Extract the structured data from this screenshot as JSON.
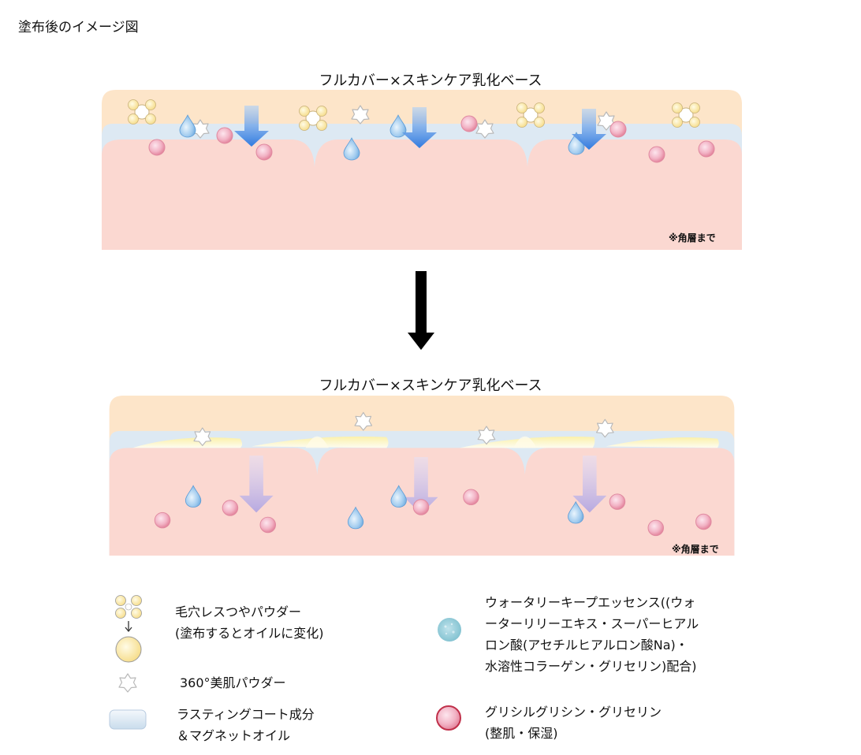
{
  "page_title": "塗布後のイメージ図",
  "panels": [
    {
      "title": "フルカバー×スキンケア乳化ベース",
      "note": "※角層まで"
    },
    {
      "title": "フルカバー×スキンケア乳化ベース",
      "note": "※角層まで"
    }
  ],
  "legend": {
    "pore_powder": {
      "line1": "毛穴レスつやパウダー",
      "line2": "(塗布するとオイルに変化)"
    },
    "powder_360": {
      "line1": "360°美肌パウダー"
    },
    "lasting_coat": {
      "line1": "ラスティングコート成分",
      "line2": "＆マグネットオイル"
    },
    "water_keep": {
      "line1": "ウォータリーキープエッセンス((ウォ",
      "line2": "ーターリリーエキス・スーパーヒアル",
      "line3": "ロン酸(アセチルヒアルロン酸Na)・",
      "line4": "水溶性コラーゲン・グリセリン)配合)"
    },
    "glycine": {
      "line1": "グリシルグリシン・グリセリン",
      "line2": "(整肌・保湿)"
    }
  },
  "colors": {
    "top_layer": "#fde5c9",
    "blue_layer": "#dde9f3",
    "skin": "#fbd8d1",
    "arrow_blue": "#3b82e6",
    "arrow_purple": "#c4b8e6",
    "drop_blue": "#7fb8e6",
    "pink_dot": "#f0a7b8"
  }
}
